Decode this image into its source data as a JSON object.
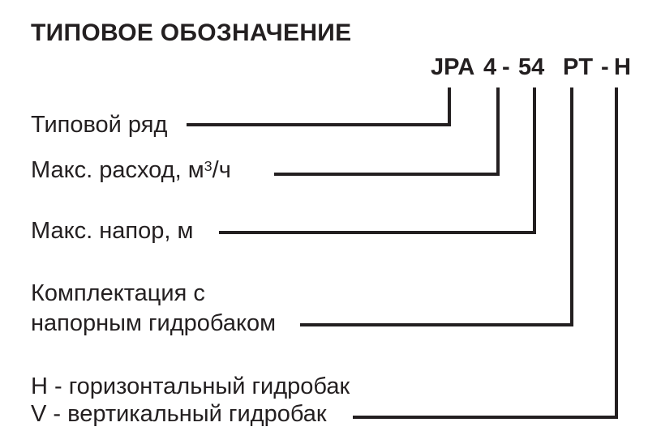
{
  "colors": {
    "background": "#ffffff",
    "ink": "#231f20"
  },
  "title": "ТИПОВОЕ ОБОЗНАЧЕНИЕ",
  "model_code": {
    "full": "JPA 4 - 54 PT - H",
    "segments": [
      "JPA",
      "4",
      "-",
      "54",
      "PT",
      "-",
      "H"
    ]
  },
  "callouts": [
    {
      "segment": "JPA",
      "label": "Типовой ряд"
    },
    {
      "segment": "4",
      "label_pre": "Макс. расход, м",
      "label_sup": "3",
      "label_post": "/ч"
    },
    {
      "segment": "54",
      "label": "Макс. напор, м"
    },
    {
      "segment": "PT",
      "label_line1": "Комплектация с",
      "label_line2": "напорным гидробаком"
    },
    {
      "segment": "H",
      "label_line1": "H - горизонтальный гидробак",
      "label_line2": "V - вертикальный гидробак"
    }
  ]
}
